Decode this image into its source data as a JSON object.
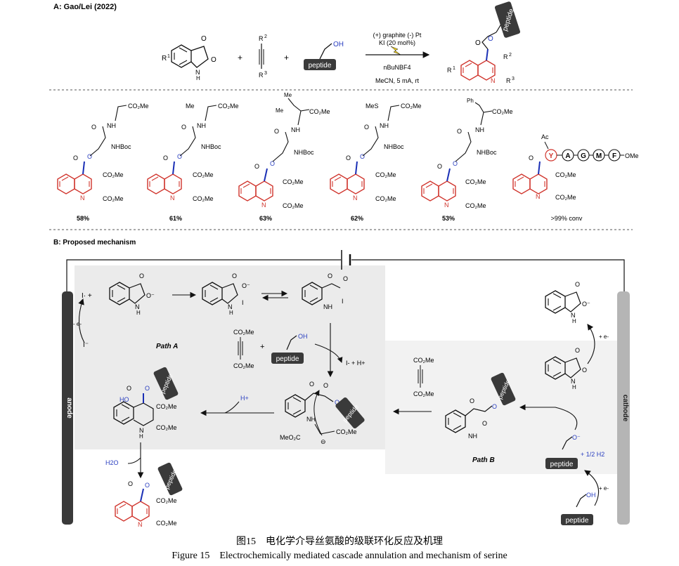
{
  "sections": {
    "a": "A: Gao/Lei (2022)",
    "b": "B: Proposed mechanism"
  },
  "scheme": {
    "cond1": "(+) graphite (-) Pt",
    "cond2": "KI (20 mol%)",
    "cond3": "nBuNBF4",
    "cond4": "MeCN, 5 mA, rt"
  },
  "products": {
    "yields": [
      "58%",
      "61%",
      "63%",
      "62%",
      "53%",
      ">99% conv"
    ],
    "peptide_seq": [
      "Y",
      "A",
      "G",
      "M",
      "F"
    ],
    "peptide_end": "OMe",
    "ac": "Ac"
  },
  "labels": {
    "peptide": "peptide",
    "anode": "anode",
    "cathode": "cathode",
    "path_a": "Path A",
    "path_b": "Path B",
    "iodide_ox": "- e-",
    "cath_e1": "+ e-",
    "cath_e2": "+ e-",
    "h2": "+ 1/2 H2",
    "i_h": "I- + H+",
    "h_plus": "H+",
    "h2o": "H2O"
  },
  "caption": {
    "cn": "图15　电化学介导丝氨酸的级联环化反应及机理",
    "en": "Figure 15　Electrochemically mediated cascade annulation and mechanism of serine"
  }
}
